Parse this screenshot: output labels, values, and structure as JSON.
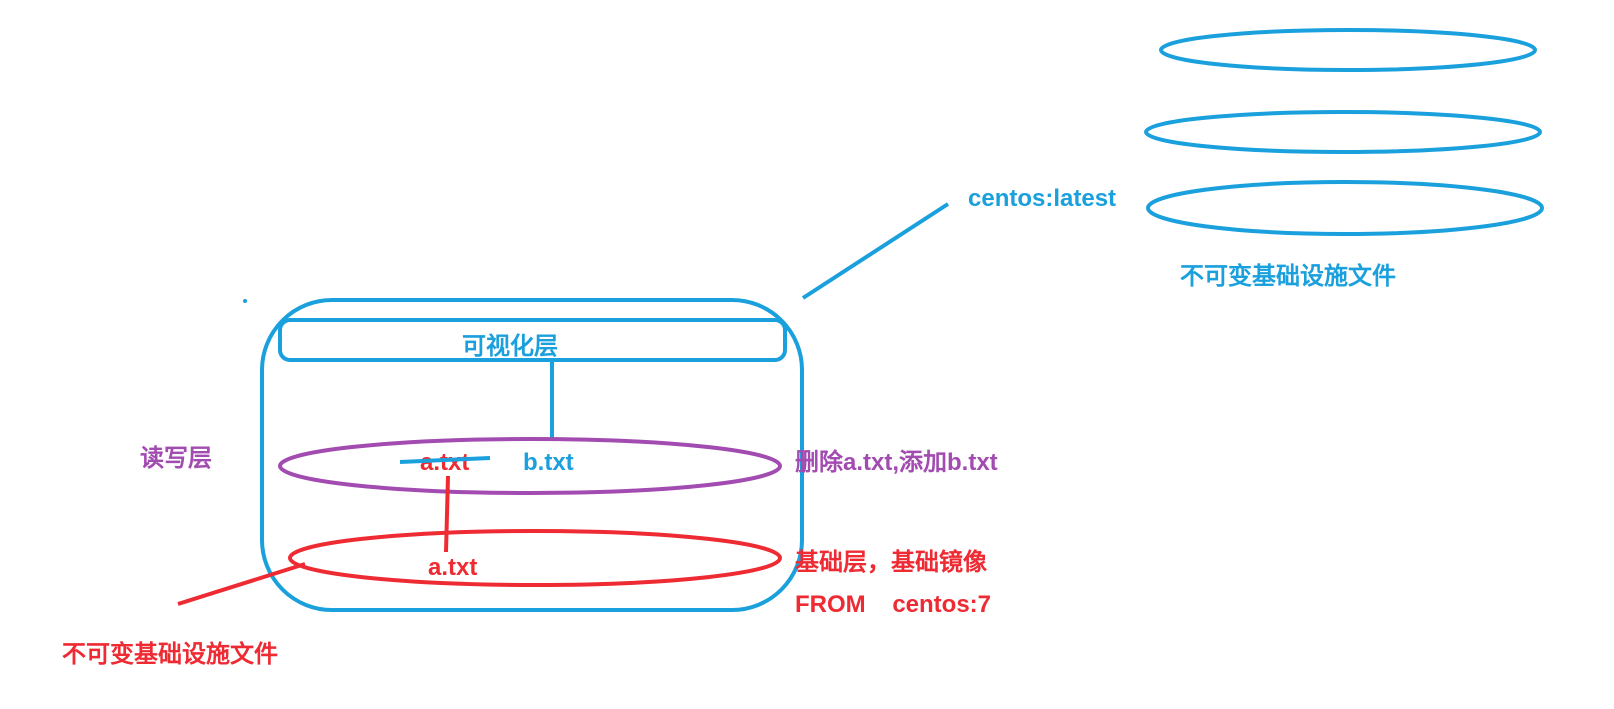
{
  "colors": {
    "blue": "#1aa0dc",
    "purple": "#a24bb0",
    "red": "#ee2a33"
  },
  "labels": {
    "visual_layer": "可视化层",
    "rw_layer_side": "读写层",
    "rw_file_deleted": "a.txt",
    "rw_file_added": "b.txt",
    "rw_layer_note": "删除a.txt,添加b.txt",
    "base_file": "a.txt",
    "base_layer_note": "基础层，基础镜像",
    "from_line": "FROM    centos:7",
    "immutable_left": "不可变基础设施文件",
    "image_name": "centos:latest",
    "immutable_right": "不可变基础设施文件"
  }
}
